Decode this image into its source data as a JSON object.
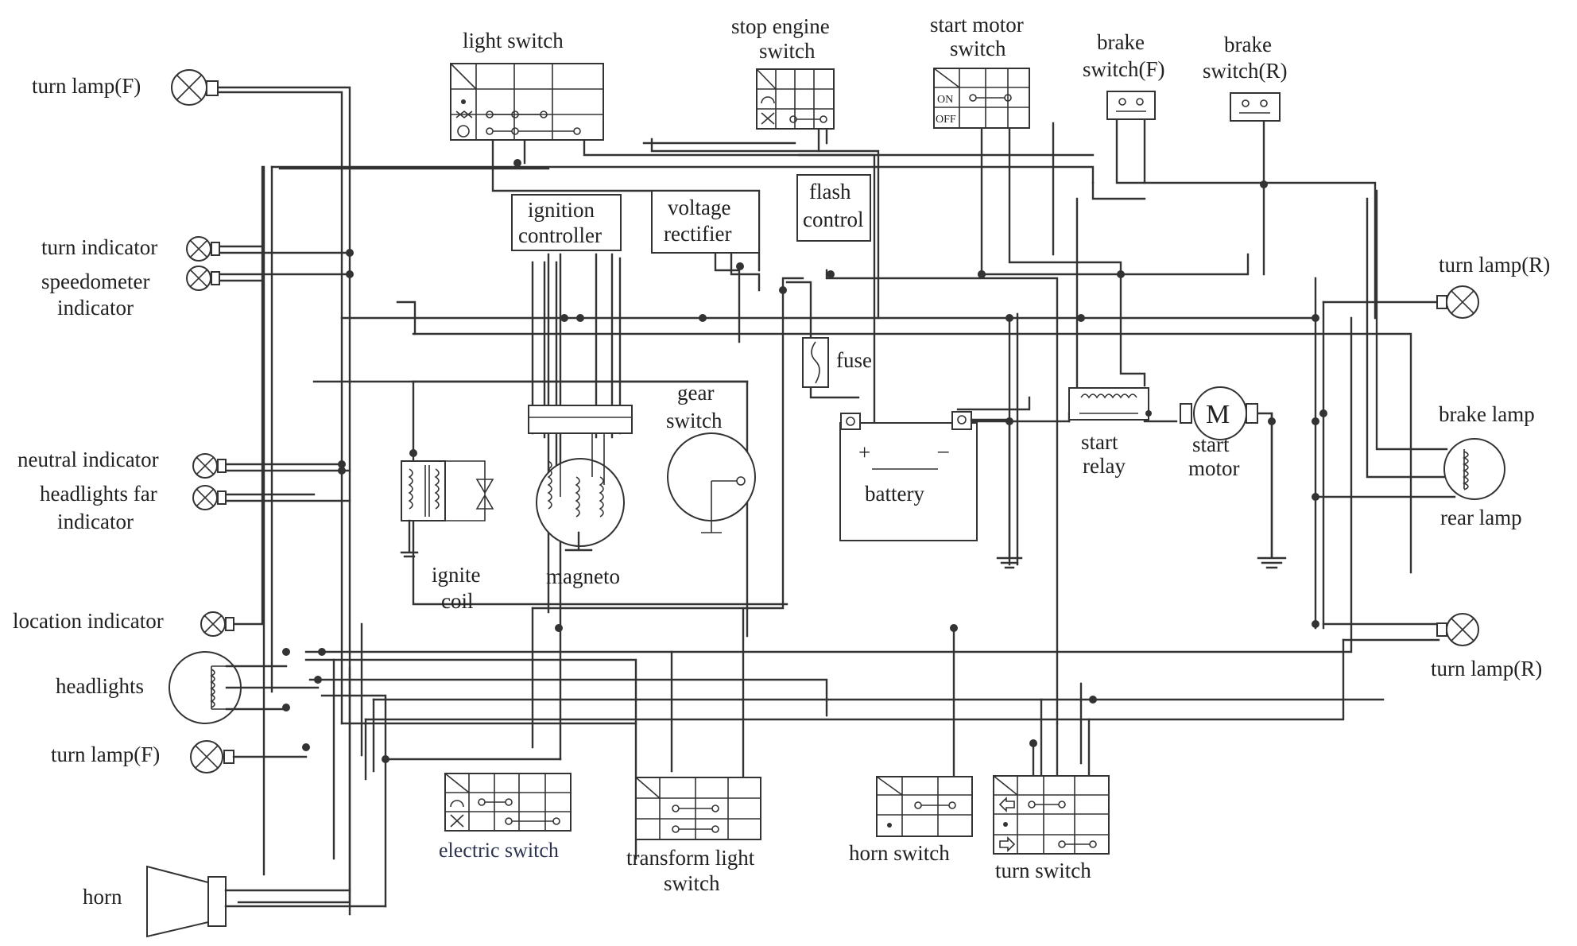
{
  "diagram": {
    "ink_color": "#333333",
    "background": "#ffffff",
    "labels": {
      "turn_lamp_front_left": "turn lamp(F)",
      "turn_indicator": "turn indicator",
      "speedometer_indicator_line1": "speedometer",
      "speedometer_indicator_line2": "indicator",
      "neutral_indicator": "neutral indicator",
      "headlights_far_indicator_line1": "headlights far",
      "headlights_far_indicator_line2": "indicator",
      "location_indicator": "location indicator",
      "headlights": "headlights",
      "turn_lamp_front_left_lower": "turn lamp(F)",
      "horn": "horn",
      "light_switch": "light switch",
      "stop_engine_switch_line1": "stop engine",
      "stop_engine_switch_line2": "switch",
      "start_motor_switch_line1": "start motor",
      "start_motor_switch_line2": "switch",
      "brake_switch_front_line1": "brake",
      "brake_switch_front_line2": "switch(F)",
      "brake_switch_rear_line1": "brake",
      "brake_switch_rear_line2": "switch(R)",
      "ignition_controller_line1": "ignition",
      "ignition_controller_line2": "controller",
      "voltage_rectifier_line1": "voltage",
      "voltage_rectifier_line2": "rectifier",
      "flash_control_line1": "flash",
      "flash_control_line2": "control",
      "fuse": "fuse",
      "gear_switch_line1": "gear",
      "gear_switch_line2": "switch",
      "ignite_coil_line1": "ignite",
      "ignite_coil_line2": "coil",
      "magneto": "magneto",
      "battery": "battery",
      "battery_plus": "+",
      "battery_minus": "–",
      "start_relay_line1": "start",
      "start_relay_line2": "relay",
      "start_motor_line1": "start",
      "start_motor_line2": "motor",
      "motor_symbol": "M",
      "turn_lamp_rear_upper": "turn lamp(R)",
      "brake_lamp": "brake lamp",
      "rear_lamp": "rear lamp",
      "turn_lamp_rear_lower": "turn lamp(R)",
      "electric_switch": "electric switch",
      "transform_light_switch_line1": "transform light",
      "transform_light_switch_line2": "switch",
      "horn_switch": "horn switch",
      "turn_switch": "turn switch",
      "on_label": "ON",
      "off_label": "OFF"
    }
  }
}
